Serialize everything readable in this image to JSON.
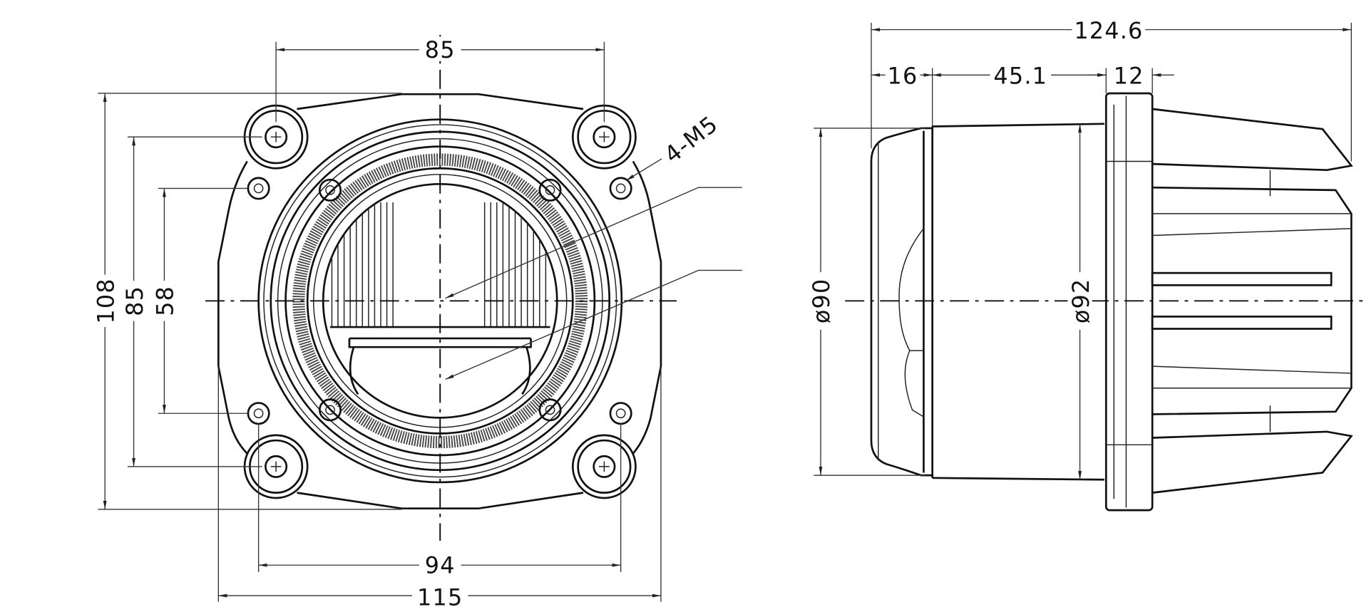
{
  "front_view": {
    "dimensions": {
      "top_width": "85",
      "overall_height": "108",
      "bolt_vertical": "85",
      "screw_vertical": "58",
      "screw_horizontal": "94",
      "overall_width": "115"
    },
    "thread_callout": "4-M5"
  },
  "side_view": {
    "dimensions": {
      "overall_length": "124.6",
      "lens_depth": "16",
      "body_length": "45.1",
      "flange_thickness": "12",
      "lens_diameter": "ø90",
      "body_diameter": "ø92"
    }
  }
}
